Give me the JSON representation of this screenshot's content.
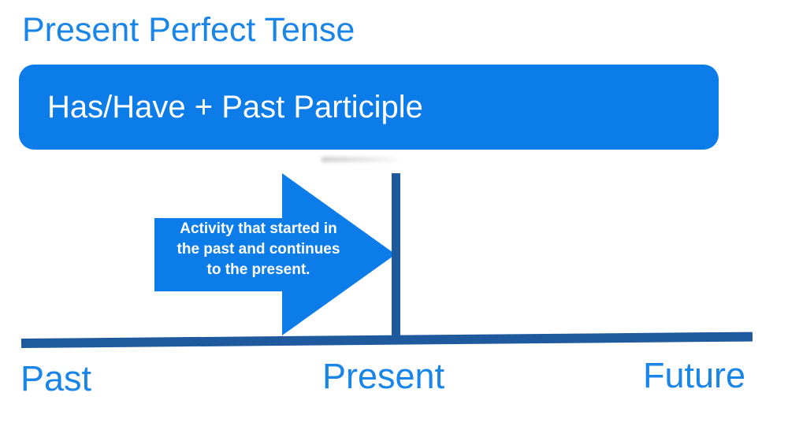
{
  "slide": {
    "title": "Present Perfect Tense",
    "background_color": "#ffffff"
  },
  "formula": {
    "text": "Has/Have + Past Participle",
    "box_color": "#0c7ce8",
    "text_color": "#ffffff"
  },
  "arrow": {
    "line1": "Activity that started in",
    "line2": "the past and continues",
    "line3": "to the present.",
    "color": "#0c7ce8",
    "text_color": "#ffffff",
    "direction": "right"
  },
  "timeline": {
    "bar_color": "#1f5a9e",
    "marker_color": "#1f5a9e",
    "label_color": "#1a85e8",
    "labels": [
      {
        "id": "past",
        "text": "Past"
      },
      {
        "id": "present",
        "text": "Present"
      },
      {
        "id": "future",
        "text": "Future"
      }
    ]
  }
}
